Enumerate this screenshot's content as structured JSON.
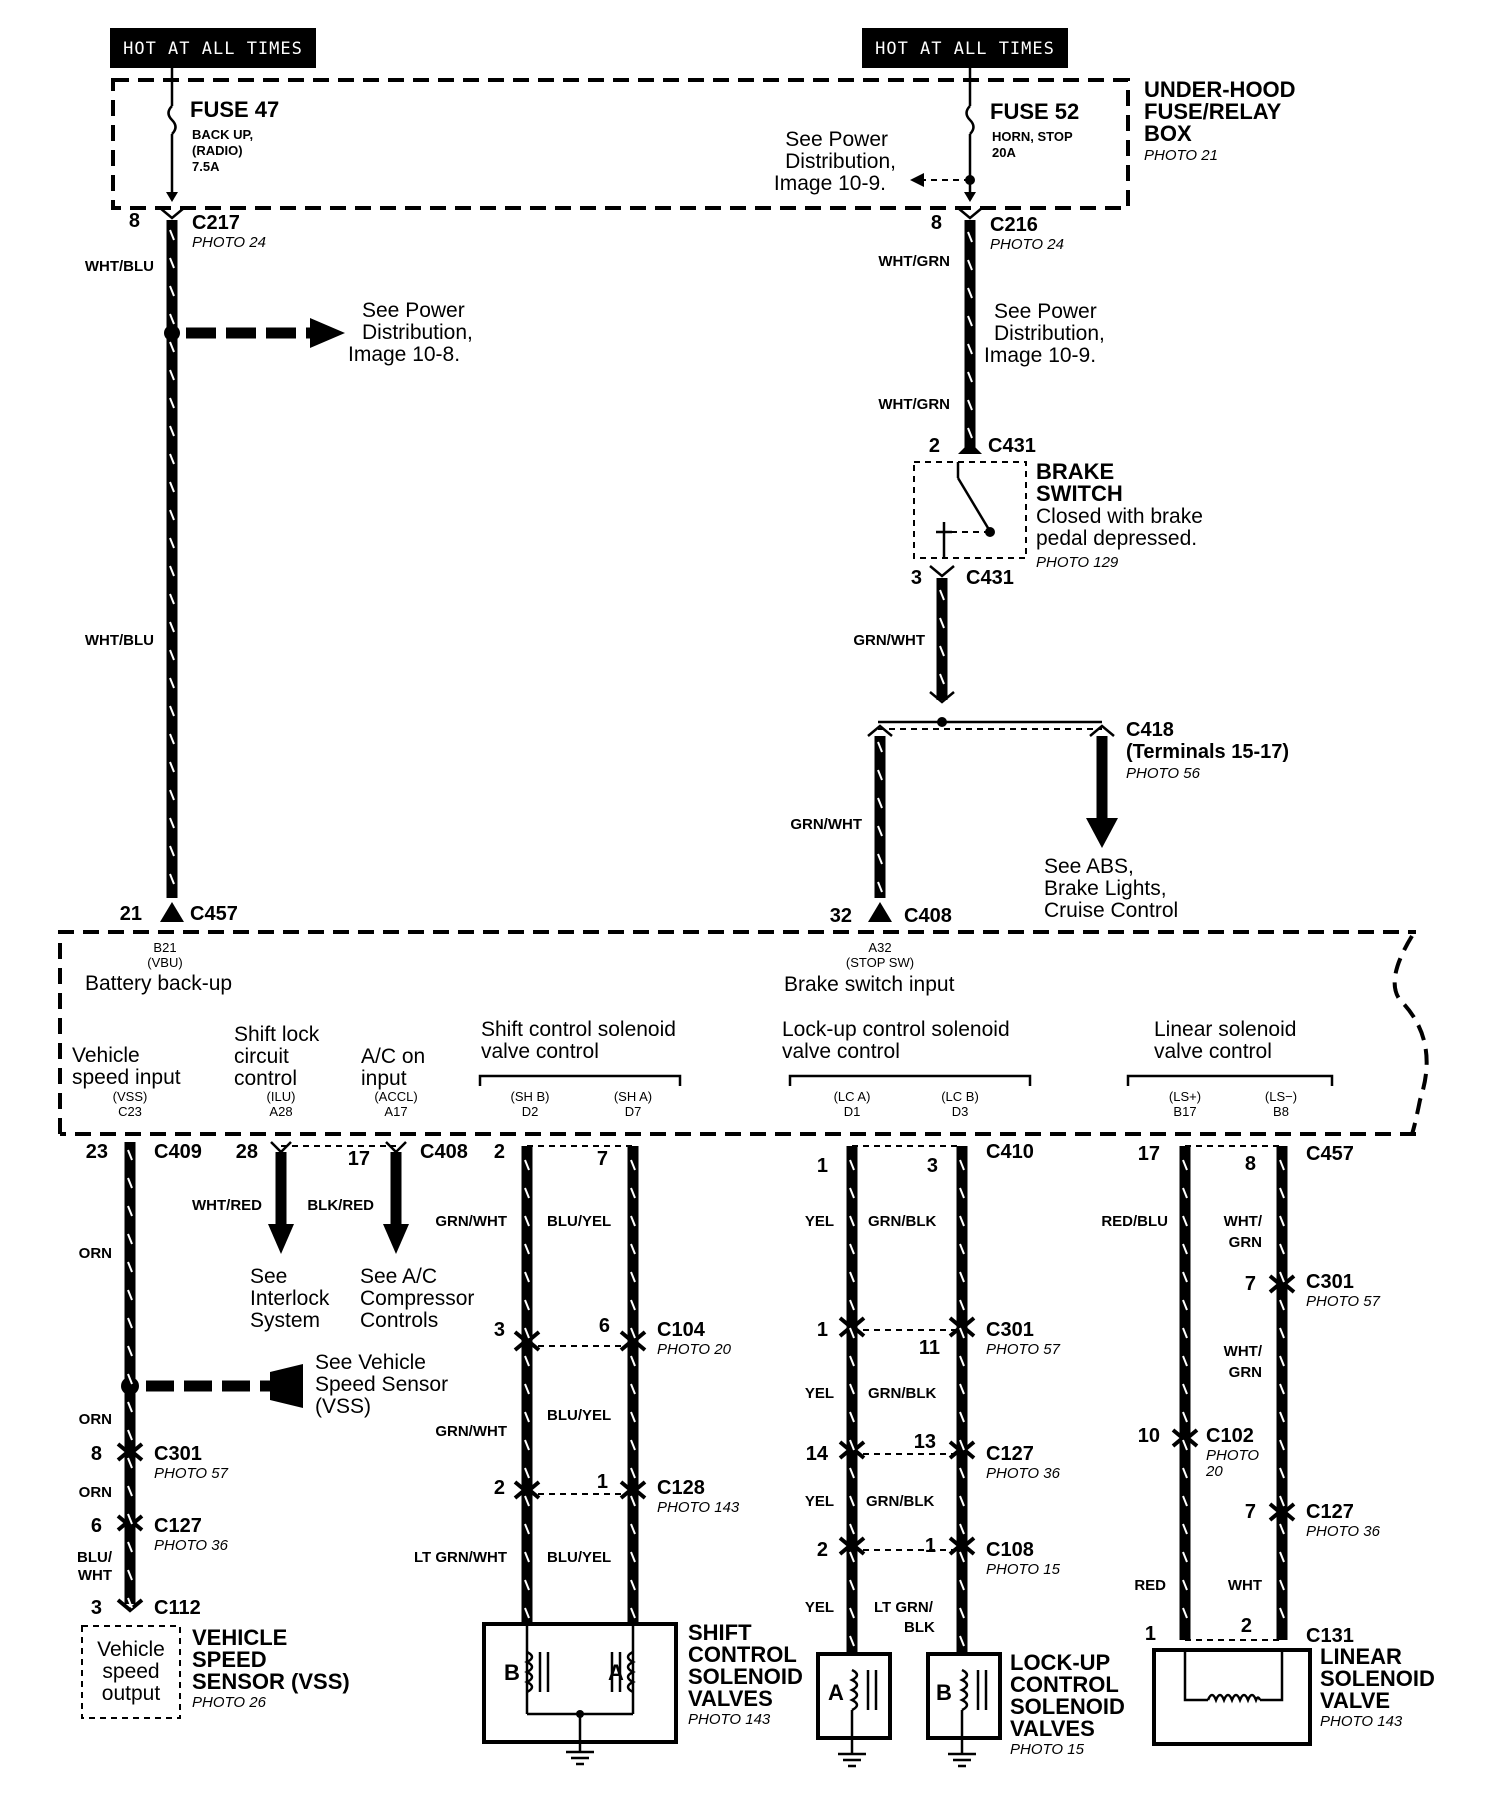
{
  "power": {
    "hot_left": "HOT AT ALL TIMES",
    "hot_right": "HOT AT ALL TIMES",
    "fuse47": {
      "title": "FUSE 47",
      "line1": "BACK UP,",
      "line2": "(RADIO)",
      "line3": "7.5A"
    },
    "fuse52": {
      "title": "FUSE 52",
      "line1": "HORN, STOP",
      "line2": "20A"
    },
    "box": {
      "line1": "UNDER-HOOD",
      "line2": "FUSE/RELAY",
      "line3": "BOX",
      "photo": "PHOTO 21"
    },
    "see_pd_109a": {
      "line1": "See Power",
      "line2": "Distribution,",
      "line3": "Image 10-9."
    },
    "see_pd_108": {
      "line1": "See Power",
      "line2": "Distribution,",
      "line3": "Image 10-8."
    },
    "see_pd_109b": {
      "line1": "See Power",
      "line2": "Distribution,",
      "line3": "Image 10-9."
    }
  },
  "left_feed": {
    "pin8": "8",
    "c217": "C217",
    "c217_photo": "PHOTO 24",
    "wire1": "WHT/BLU",
    "wire2": "WHT/BLU",
    "pin21": "21",
    "c457": "C457"
  },
  "right_feed": {
    "pin8": "8",
    "c216": "C216",
    "c216_photo": "PHOTO 24",
    "wire1": "WHT/GRN",
    "wire2": "WHT/GRN",
    "pin2": "2",
    "c431a": "C431",
    "brake": {
      "line1": "BRAKE",
      "line2": "SWITCH",
      "line3": "Closed with brake",
      "line4": "pedal depressed.",
      "photo": "PHOTO 129"
    },
    "pin3": "3",
    "c431b": "C431",
    "wire3": "GRN/WHT",
    "c418": "C418",
    "c418_terms": "(Terminals 15-17)",
    "c418_photo": "PHOTO 56",
    "wire4": "GRN/WHT",
    "see_abs": {
      "line1": "See ABS,",
      "line2": "Brake Lights,",
      "line3": "Cruise Control"
    },
    "pin32": "32",
    "c408": "C408"
  },
  "ecm": {
    "b21": "B21",
    "vbu": "(VBU)",
    "battery": "Battery back-up",
    "a32": "A32",
    "stopsw": "(STOP SW)",
    "brake_input": "Brake switch input",
    "vss": {
      "l1": "Vehicle",
      "l2": "speed input",
      "l3": "(VSS)",
      "l4": "C23"
    },
    "ilu": {
      "l1": "Shift lock",
      "l2": "circuit",
      "l3": "control",
      "l4": "(ILU)",
      "l5": "A28"
    },
    "accl": {
      "l1": "A/C on",
      "l2": "input",
      "l3": "(ACCL)",
      "l4": "A17"
    },
    "shift": {
      "l1": "Shift control solenoid",
      "l2": "valve control",
      "t1": "(SH B)",
      "t1b": "D2",
      "t2": "(SH A)",
      "t2b": "D7"
    },
    "lockup": {
      "l1": "Lock-up control solenoid",
      "l2": "valve control",
      "t1": "(LC A)",
      "t1b": "D1",
      "t2": "(LC B)",
      "t2b": "D3"
    },
    "linear": {
      "l1": "Linear solenoid",
      "l2": "valve control",
      "t1": "(LS+)",
      "t1b": "B17",
      "t2": "(LS−)",
      "t2b": "B8"
    }
  },
  "bottom": {
    "vss_col": {
      "pin23": "23",
      "c409": "C409",
      "wire1": "ORN",
      "see_vss": {
        "l1": "See Vehicle",
        "l2": "Speed Sensor",
        "l3": "(VSS)"
      },
      "wire2": "ORN",
      "pin8": "8",
      "c301": "C301",
      "c301_photo": "PHOTO 57",
      "wire3": "ORN",
      "pin6": "6",
      "c127": "C127",
      "c127_photo": "PHOTO 36",
      "wire4a": "BLU/",
      "wire4b": "WHT",
      "pin3": "3",
      "c112": "C112",
      "box": {
        "l1": "Vehicle",
        "l2": "speed",
        "l3": "output"
      },
      "title": {
        "l1": "VEHICLE",
        "l2": "SPEED",
        "l3": "SENSOR (VSS)",
        "photo": "PHOTO 26"
      }
    },
    "ilu_col": {
      "pin28": "28",
      "pin17": "17",
      "c408": "C408",
      "wire1": "WHT/RED",
      "wire2": "BLK/RED",
      "see_interlock": {
        "l1": "See",
        "l2": "Interlock",
        "l3": "System"
      },
      "see_ac": {
        "l1": "See A/C",
        "l2": "Compressor",
        "l3": "Controls"
      }
    },
    "shift_col": {
      "pin2": "2",
      "pin7": "7",
      "w1": "GRN/WHT",
      "w2": "BLU/YEL",
      "pin3": "3",
      "pin6": "6",
      "c104": "C104",
      "c104_photo": "PHOTO 20",
      "w3": "GRN/WHT",
      "w4": "BLU/YEL",
      "pin2b": "2",
      "pin1": "1",
      "c128": "C128",
      "c128_photo": "PHOTO 143",
      "w5": "LT GRN/WHT",
      "w6": "BLU/YEL",
      "b": "B",
      "a": "A",
      "title": {
        "l1": "SHIFT",
        "l2": "CONTROL",
        "l3": "SOLENOID",
        "l4": "VALVES",
        "photo": "PHOTO 143"
      }
    },
    "lock_col": {
      "pin1": "1",
      "pin3": "3",
      "c410": "C410",
      "w1": "YEL",
      "w2": "GRN/BLK",
      "pin1b": "1",
      "pin11": "11",
      "c301": "C301",
      "c301_photo": "PHOTO 57",
      "w3": "YEL",
      "w4": "GRN/BLK",
      "pin14": "14",
      "pin13": "13",
      "c127": "C127",
      "c127_photo": "PHOTO 36",
      "w5": "YEL",
      "w6": "GRN/BLK",
      "pin2": "2",
      "pin1c": "1",
      "c108": "C108",
      "c108_photo": "PHOTO 15",
      "w7": "YEL",
      "w8a": "LT GRN/",
      "w8b": "BLK",
      "a": "A",
      "b": "B",
      "title": {
        "l1": "LOCK-UP",
        "l2": "CONTROL",
        "l3": "SOLENOID",
        "l4": "VALVES",
        "photo": "PHOTO 15"
      }
    },
    "linear_col": {
      "pin17": "17",
      "pin8": "8",
      "c457": "C457",
      "w1": "RED/BLU",
      "w2a": "WHT/",
      "w2b": "GRN",
      "pin7": "7",
      "c301": "C301",
      "c301_photo": "PHOTO 57",
      "w3a": "WHT/",
      "w3b": "GRN",
      "pin10": "10",
      "c102": "C102",
      "c102_photo_a": "PHOTO",
      "c102_photo_b": "20",
      "pin7b": "7",
      "c127": "C127",
      "c127_photo": "PHOTO 36",
      "w4": "RED",
      "w5": "WHT",
      "pin1": "1",
      "pin2": "2",
      "c131": "C131",
      "title": {
        "l1": "LINEAR",
        "l2": "SOLENOID",
        "l3": "VALVE",
        "photo": "PHOTO 143"
      }
    }
  }
}
